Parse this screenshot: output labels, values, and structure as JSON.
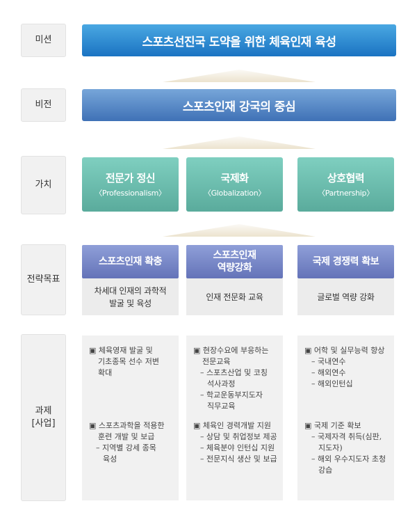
{
  "labels": {
    "mission": "미션",
    "vision": "비전",
    "value": "가치",
    "strategy": "전략목표",
    "tasks_line1": "과제",
    "tasks_line2": "[사업]"
  },
  "mission": "스포츠선진국 도약을 위한 체육인재 육성",
  "vision": "스포츠인재 강국의 중심",
  "values": [
    {
      "title": "전문가 정신",
      "sub": "〈Professionalism〉"
    },
    {
      "title": "국제화",
      "sub": "〈Globalization〉"
    },
    {
      "title": "상호협력",
      "sub": "〈Partnership〉"
    }
  ],
  "goals": [
    {
      "title_line1": "스포츠인재 확충",
      "title_line2": "",
      "sub_line1": "차세대 인재의 과학적",
      "sub_line2": "발굴 및 육성"
    },
    {
      "title_line1": "스포츠인재",
      "title_line2": "역량강화",
      "sub_line1": "인재 전문화 교육",
      "sub_line2": ""
    },
    {
      "title_line1": "국제 경쟁력 확보",
      "title_line2": "",
      "sub_line1": "글로벌 역량 강화",
      "sub_line2": ""
    }
  ],
  "tasks": [
    {
      "block1": {
        "head": [
          "▣ 체육영재 발굴 및",
          "기초종목 선수 저변",
          "확대"
        ],
        "subs": []
      },
      "block2": {
        "head": [
          "▣ 스포츠과학을 적용한",
          "훈련 개발 및 보급"
        ],
        "subs": [
          [
            "– 지역별 강세 종목",
            "육성"
          ]
        ]
      }
    },
    {
      "block1": {
        "head": [
          "▣ 현장수요에 부응하는",
          "전문교육"
        ],
        "subs": [
          [
            "– 스포츠산업 및 코칭",
            "석사과정"
          ],
          [
            "– 학교운동부지도자",
            "직무교육"
          ]
        ]
      },
      "block2": {
        "head": [
          "▣ 체육인 경력개발 지원"
        ],
        "subs": [
          [
            "– 상담 및 취업정보 제공"
          ],
          [
            "– 체육분야 인턴십 지원"
          ],
          [
            "– 전문지식 생산 및 보급"
          ]
        ]
      }
    },
    {
      "block1": {
        "head": [
          "▣ 어학 및 실무능력 향상"
        ],
        "subs": [
          [
            "– 국내연수"
          ],
          [
            "– 해외연수"
          ],
          [
            "– 해외인턴십"
          ]
        ]
      },
      "block2": {
        "head": [
          "▣ 국제 기준 확보"
        ],
        "subs": [
          [
            "– 국제자격 취득(심판,",
            "지도자)"
          ],
          [
            "– 해외 우수지도자 초청",
            "강습"
          ]
        ]
      }
    }
  ]
}
